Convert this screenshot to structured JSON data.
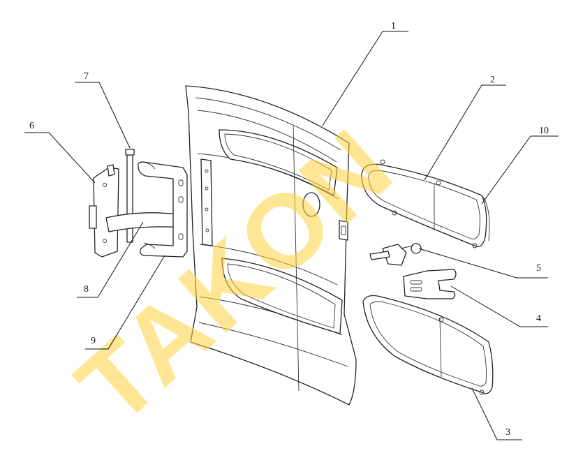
{
  "watermark": {
    "text": "TAKON",
    "color": "#ffd23c"
  },
  "callouts": {
    "c1": "1",
    "c2": "2",
    "c3": "3",
    "c4": "4",
    "c5": "5",
    "c6": "6",
    "c7": "7",
    "c8": "8",
    "c9": "9",
    "c10": "10"
  }
}
